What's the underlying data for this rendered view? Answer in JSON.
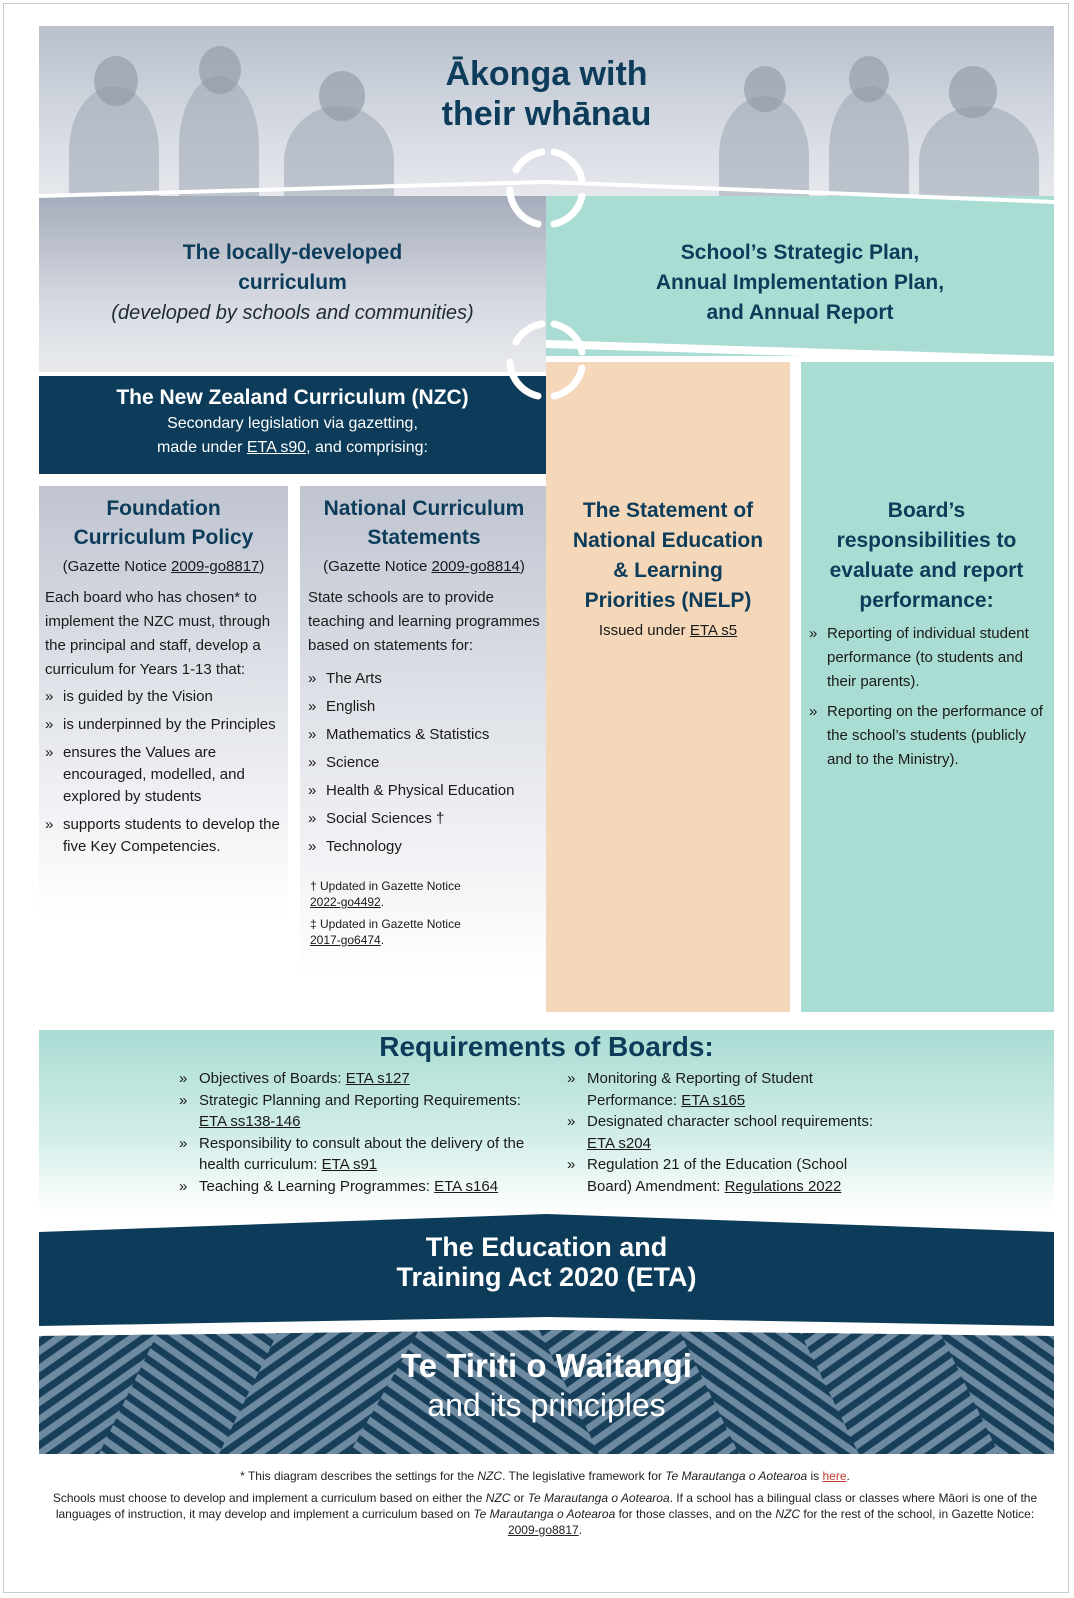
{
  "header": {
    "title_line1": "Ākonga with",
    "title_line2": "their whānau"
  },
  "local_curriculum": {
    "title_line1": "The locally-developed",
    "title_line2": "curriculum",
    "subtitle": "(developed by schools and communities)"
  },
  "strategic_plan": {
    "line1": "School’s Strategic Plan,",
    "line2": "Annual Implementation Plan,",
    "line3": "and Annual Report"
  },
  "nzc": {
    "title": "The New Zealand Curriculum (NZC)",
    "line1": "Secondary legislation via gazetting,",
    "line2_pre": "made under ",
    "line2_link": "ETA s90",
    "line2_post": ", and comprising:"
  },
  "foundation": {
    "title_line1": "Foundation",
    "title_line2": "Curriculum Policy",
    "notice_pre": "(Gazette Notice ",
    "notice_link": "2009-go8817",
    "notice_post": ")",
    "intro": "Each board who has chosen* to implement the NZC must, through the principal and staff, develop a curriculum for Years 1-13 that:",
    "bullets": [
      "is guided by the Vision",
      "is underpinned by the Principles",
      "ensures the Values are encouraged, modelled, and explored by students",
      "supports students to develop the five Key Competencies."
    ]
  },
  "statements": {
    "title_line1": "National Curriculum",
    "title_line2": "Statements",
    "notice_pre": "(Gazette Notice ",
    "notice_link": "2009-go8814",
    "notice_post": ")",
    "intro": "State schools are to provide teaching and learning programmes based on statements for:",
    "bullets": [
      "The Arts",
      "English",
      "Mathematics & Statistics",
      "Science",
      "Health & Physical Education",
      "Social Sciences †",
      "Technology"
    ],
    "footnote1_text": "† Updated in Gazette Notice",
    "footnote1_link": "2022-go4492",
    "footnote2_text": "‡ Updated in Gazette Notice",
    "footnote2_link": "2017-go6474"
  },
  "nelp": {
    "title_line1": "The Statement of",
    "title_line2": "National Education",
    "title_line3": "& Learning",
    "title_line4": "Priorities (NELP)",
    "issued_pre": "Issued under ",
    "issued_link": "ETA s5"
  },
  "board": {
    "title_line1": "Board’s",
    "title_line2": "responsibilities to",
    "title_line3": "evaluate and report",
    "title_line4": "performance:",
    "bullets": [
      "Reporting of individual student performance (to students and their parents).",
      "Reporting on the performance of the school’s students (publicly and to the Ministry)."
    ]
  },
  "requirements": {
    "title": "Requirements of Boards:",
    "left": [
      {
        "text": "Objectives of Boards: ",
        "link": "ETA s127"
      },
      {
        "text": "Strategic Planning and Reporting Requirements: ",
        "link": "ETA ss138-146"
      },
      {
        "text": "Responsibility to consult about the delivery of the health curriculum: ",
        "link": "ETA s91"
      },
      {
        "text": "Teaching & Learning Programmes: ",
        "link": "ETA s164"
      }
    ],
    "right": [
      {
        "text": "Monitoring & Reporting of Student Performance: ",
        "link": "ETA s165"
      },
      {
        "text": "Designated character school requirements: ",
        "link": "ETA s204"
      },
      {
        "text": "Regulation 21 of the Education (School Board) Amendment: ",
        "link": "Regulations 2022"
      }
    ]
  },
  "eta": {
    "line1": "The Education and",
    "line2": "Training Act 2020 (ETA)"
  },
  "tiriti": {
    "line1": "Te Tiriti o Waitangi",
    "line2": "and its principles"
  },
  "footer": {
    "l1_a": "* This diagram describes the settings for the ",
    "l1_b": "NZC",
    "l1_c": ". The legislative framework for ",
    "l1_d": "Te Marautanga o Aotearoa",
    "l1_e": " is ",
    "l1_link": "here",
    "l1_f": ".",
    "l2_a": "Schools must choose to develop and implement a curriculum based on either the ",
    "l2_b": "NZC",
    "l2_c": " or ",
    "l2_d": "Te Marautanga o Aotearoa",
    "l2_e": ". If a school has a bilingual class or classes where Māori is one of the languages of instruction, it may develop and implement a curriculum based on ",
    "l2_f": "Te Marautanga o Aotearoa",
    "l2_g": " for those classes, and on the ",
    "l2_h": "NZC",
    "l2_i": " for the rest of the school, in Gazette Notice: ",
    "l2_link": "2009-go8817",
    "l2_j": "."
  },
  "colors": {
    "navy": "#0c3c5a",
    "teal": "#a9dcd3",
    "peach": "#f4d8b9",
    "grey": "#c4c9d3"
  }
}
